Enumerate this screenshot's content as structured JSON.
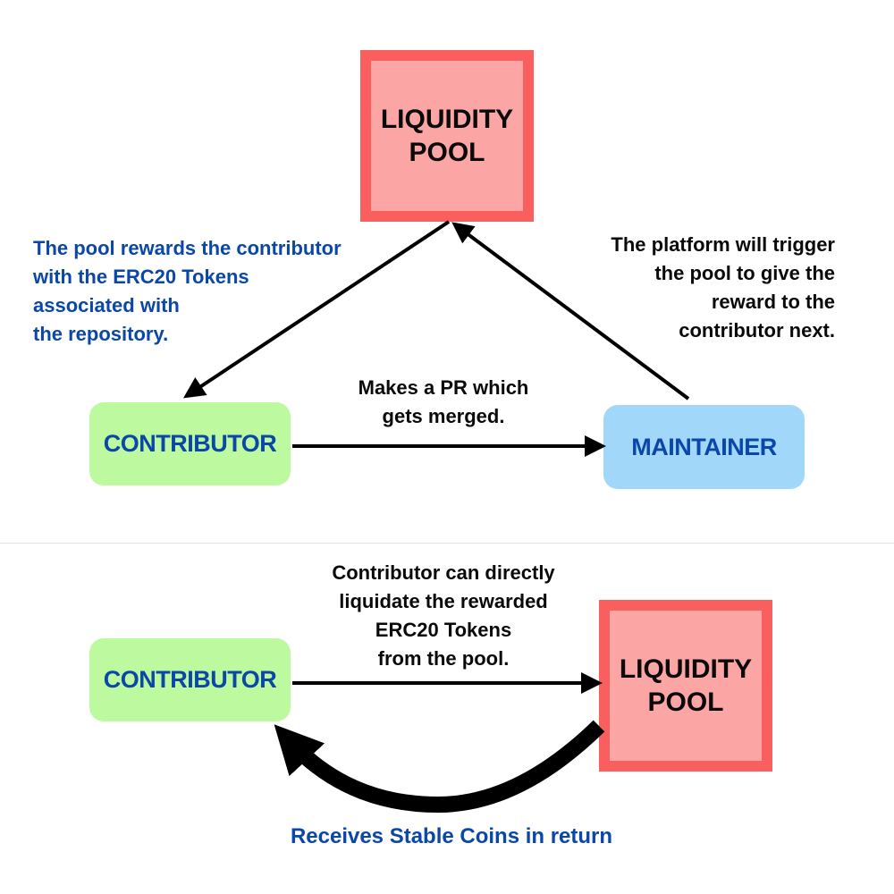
{
  "colors": {
    "pool_fill": "#fca5a5",
    "pool_border": "#f95f5f",
    "contributor_fill": "#bdfa9f",
    "maintainer_fill": "#a1d7f9",
    "node_text_blue": "#0a47a8",
    "arrow": "#000000"
  },
  "top_diagram": {
    "pool_label": "LIQUIDITY\nPOOL",
    "contributor_label": "CONTRIBUTOR",
    "maintainer_label": "MAINTAINER",
    "pool_to_contributor_note": "The pool rewards the contributor\nwith the ERC20 Tokens\nassociated with\nthe repository.",
    "maintainer_to_pool_note": "The platform will trigger\nthe  pool to give the\nreward to the\ncontributor next.",
    "contributor_to_maintainer_note": "Makes a PR which\ngets merged."
  },
  "bottom_diagram": {
    "contributor_label": "CONTRIBUTOR",
    "pool_label": "LIQUIDITY\nPOOL",
    "liquidate_note": "Contributor can directly\nliquidate the rewarded\nERC20 Tokens\nfrom the pool.",
    "return_note": "Receives Stable Coins in return"
  }
}
